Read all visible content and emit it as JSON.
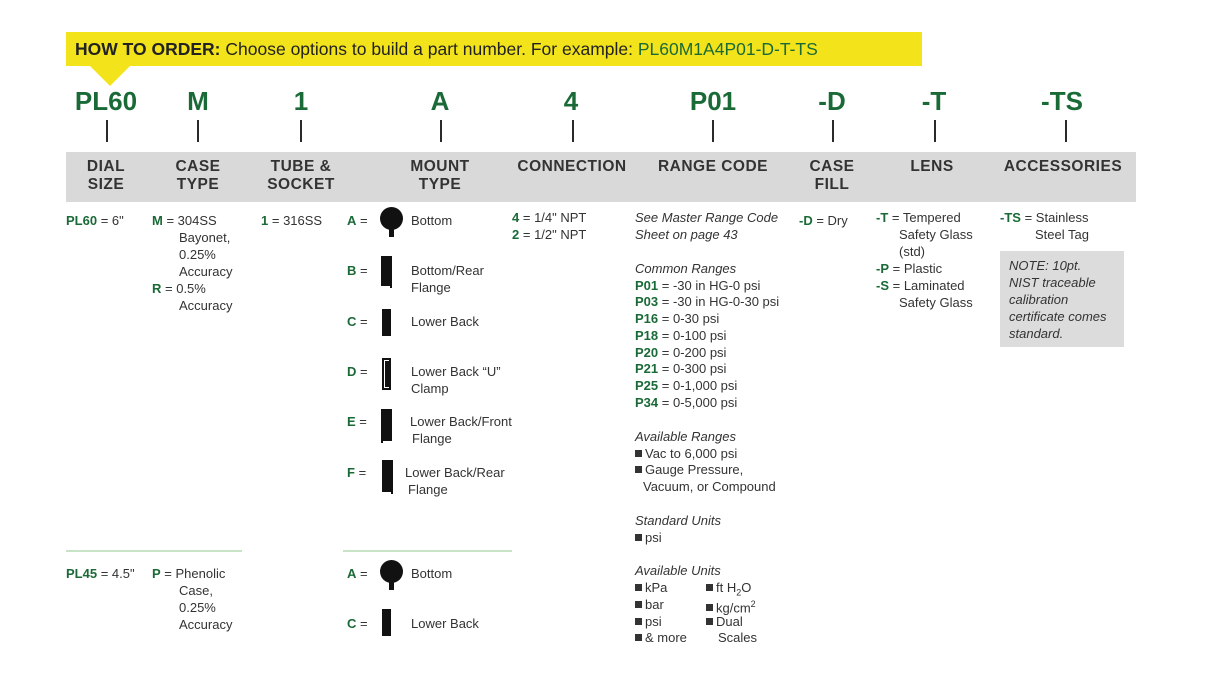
{
  "banner": {
    "label": "HOW TO ORDER:",
    "text": "Choose options to build a part number. For example:",
    "example": "PL60M1A4P01-D-T-TS"
  },
  "codes": [
    "PL60",
    "M",
    "1",
    "A",
    "4",
    "P01",
    "-D",
    "-T",
    "-TS"
  ],
  "headers": {
    "dial": [
      "DIAL",
      "SIZE"
    ],
    "case": [
      "CASE",
      "TYPE"
    ],
    "tube": [
      "TUBE &",
      "SOCKET"
    ],
    "mount": [
      "MOUNT",
      "TYPE"
    ],
    "connection": "CONNECTION",
    "range": "RANGE CODE",
    "fill": [
      "CASE",
      "FILL"
    ],
    "lens": "LENS",
    "accessories": "ACCESSORIES"
  },
  "dial": {
    "pl60_code": "PL60",
    "pl60_val": "= 6\"",
    "pl45_code": "PL45",
    "pl45_val": "= 4.5\""
  },
  "case": {
    "m_code": "M",
    "m_lines": [
      "= 304SS",
      "Bayonet,",
      "0.25%",
      "Accuracy"
    ],
    "r_code": "R",
    "r_lines": [
      "= 0.5%",
      "Accuracy"
    ],
    "p_code": "P",
    "p_lines": [
      "= Phenolic",
      "Case,",
      "0.25%",
      "Accuracy"
    ]
  },
  "tube": {
    "code": "1",
    "val": "= 316SS"
  },
  "mount": {
    "items": [
      {
        "code": "A",
        "label": "Bottom"
      },
      {
        "code": "B",
        "label": "Bottom/Rear",
        "label2": "Flange"
      },
      {
        "code": "C",
        "label": "Lower Back"
      },
      {
        "code": "D",
        "label": "Lower Back “U”",
        "label2": "Clamp"
      },
      {
        "code": "E",
        "label": "Lower Back/Front",
        "label2": "Flange"
      },
      {
        "code": "F",
        "label": "Lower Back/Rear",
        "label2": "Flange"
      }
    ],
    "items2": [
      {
        "code": "A",
        "label": "Bottom"
      },
      {
        "code": "C",
        "label": "Lower Back"
      }
    ],
    "eq": "="
  },
  "connection": [
    {
      "code": "4",
      "val": "= 1/4\" NPT"
    },
    {
      "code": "2",
      "val": "= 1/2\" NPT"
    }
  ],
  "range": {
    "see": [
      "See Master Range Code",
      "Sheet on page 43"
    ],
    "common_title": "Common Ranges",
    "common": [
      {
        "code": "P01",
        "val": "= -30 in HG-0 psi"
      },
      {
        "code": "P03",
        "val": "= -30 in HG-0-30 psi"
      },
      {
        "code": "P16",
        "val": "= 0-30 psi"
      },
      {
        "code": "P18",
        "val": "= 0-100 psi"
      },
      {
        "code": "P20",
        "val": "= 0-200 psi"
      },
      {
        "code": "P21",
        "val": "= 0-300 psi"
      },
      {
        "code": "P25",
        "val": "= 0-1,000 psi"
      },
      {
        "code": "P34",
        "val": "= 0-5,000 psi"
      }
    ],
    "avail_title": "Available Ranges",
    "avail": [
      "Vac to 6,000 psi",
      "Gauge Pressure,",
      "Vacuum, or Compound"
    ],
    "std_title": "Standard Units",
    "std": "psi",
    "units_title": "Available Units",
    "units_left": [
      "kPa",
      "bar",
      "psi",
      "& more"
    ],
    "units_right": [
      "ft H",
      "kg/cm",
      "Dual",
      "Scales"
    ],
    "sub2": "2",
    "sup2": "2",
    "o": "O"
  },
  "fill": {
    "code": "-D",
    "val": "= Dry"
  },
  "lens": {
    "t_code": "-T",
    "t_lines": [
      "= Tempered",
      "Safety Glass",
      "(std)"
    ],
    "p_code": "-P",
    "p_val": "= Plastic",
    "s_code": "-S",
    "s_lines": [
      "= Laminated",
      "Safety Glass"
    ]
  },
  "accessories": {
    "code": "-TS",
    "lines": [
      "= Stainless",
      "Steel Tag"
    ],
    "note": [
      "NOTE: 10pt.",
      "NIST traceable",
      "calibration",
      "certificate comes",
      "standard."
    ]
  }
}
